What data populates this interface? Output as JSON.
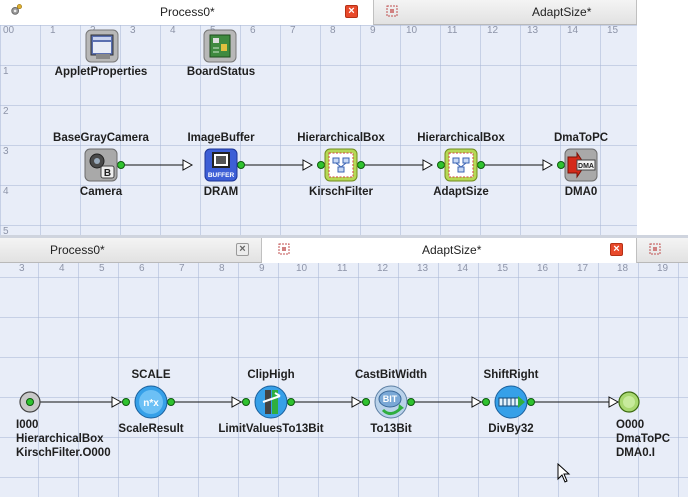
{
  "top_pane": {
    "tabs": [
      {
        "label": "Process0*",
        "active": true
      },
      {
        "label": "AdaptSize*",
        "active": false
      }
    ],
    "ruler_x": [
      "00",
      "1",
      "2",
      "3",
      "4",
      "5",
      "6",
      "7",
      "8",
      "9",
      "10",
      "11",
      "12",
      "13",
      "14",
      "15"
    ],
    "ruler_y": [
      "1",
      "2",
      "3",
      "4",
      "5"
    ],
    "applet_properties": "AppletProperties",
    "board_status": "BoardStatus",
    "nodes": [
      {
        "type": "BaseGrayCamera",
        "name": "Camera"
      },
      {
        "type": "ImageBuffer",
        "name": "DRAM"
      },
      {
        "type": "HierarchicalBox",
        "name": "KirschFilter"
      },
      {
        "type": "HierarchicalBox",
        "name": "AdaptSize"
      },
      {
        "type": "DmaToPC",
        "name": "DMA0"
      }
    ]
  },
  "bottom_pane": {
    "tabs": [
      {
        "label": "Process0*",
        "active": false
      },
      {
        "label": "AdaptSize*",
        "active": true
      }
    ],
    "ruler_x": [
      "3",
      "4",
      "5",
      "6",
      "7",
      "8",
      "9",
      "10",
      "11",
      "12",
      "13",
      "14",
      "15",
      "16",
      "17",
      "18",
      "19"
    ],
    "input_port": {
      "line1": "I000",
      "line2": "HierarchicalBox",
      "line3": "KirschFilter.O000"
    },
    "output_port": {
      "line1": "O000",
      "line2": "DmaToPC",
      "line3": "DMA0.I"
    },
    "nodes": [
      {
        "type": "SCALE",
        "name": "ScaleResult"
      },
      {
        "type": "ClipHigh",
        "name": "LimitValuesTo13Bit"
      },
      {
        "type": "CastBitWidth",
        "name": "To13Bit"
      },
      {
        "type": "ShiftRight",
        "name": "DivBy32"
      }
    ]
  },
  "icons": {
    "buffer_text": "BUFFER",
    "dma_text": "DMA",
    "bit_text": "BIT",
    "scale_text": "n*x"
  }
}
